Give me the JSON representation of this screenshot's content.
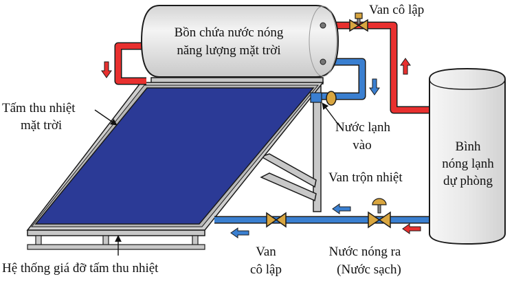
{
  "labels": {
    "tank_line1": "Bồn chứa nước nóng",
    "tank_line2": "năng lượng mặt trời",
    "valve_top": "Van cô lập",
    "collector_line1": "Tấm thu nhiệt",
    "collector_line2": "mặt trời",
    "cold_in_line1": "Nước lạnh",
    "cold_in_line2": "vào",
    "backup_line1": "Bình",
    "backup_line2": "nóng lạnh",
    "backup_line3": "dự phòng",
    "mixing_valve": "Van trộn nhiệt",
    "valve_bottom_line1": "Van",
    "valve_bottom_line2": "cô lập",
    "hot_out_line1": "Nước nóng ra",
    "hot_out_line2": "(Nước sạch)",
    "support": "Hệ thống giá đỡ tấm thu nhiệt"
  },
  "colors": {
    "hot_pipe": "#e8302f",
    "cold_pipe": "#3a7fd0",
    "panel": "#2b3a96",
    "frame": "#c8c8c8",
    "tank": "#e6e6e6",
    "outline": "#1a1a1a",
    "valve": "#d9a640"
  },
  "icons": [
    "hot-flow-arrow",
    "cold-flow-arrow",
    "valve-icon",
    "mixing-valve-icon",
    "callout-arrow"
  ]
}
